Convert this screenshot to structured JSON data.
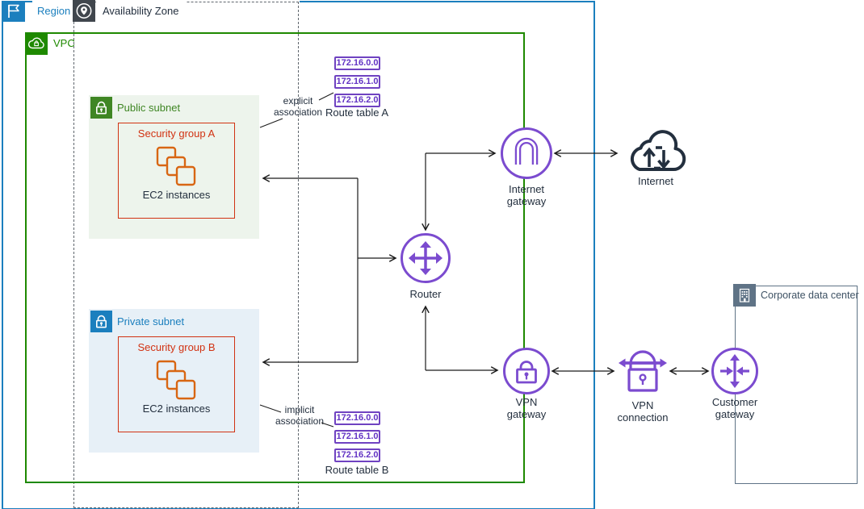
{
  "region": {
    "label": "Region"
  },
  "availability_zone": {
    "label": "Availability Zone"
  },
  "vpc": {
    "label": "VPC"
  },
  "public_subnet": {
    "label": "Public subnet",
    "security_group": {
      "label": "Security group A",
      "instances_label": "EC2 instances"
    }
  },
  "private_subnet": {
    "label": "Private subnet",
    "security_group": {
      "label": "Security group B",
      "instances_label": "EC2 instances"
    }
  },
  "route_table_a": {
    "label": "Route table A",
    "association": "explicit association",
    "entries": [
      "172.16.0.0",
      "172.16.1.0",
      "172.16.2.0"
    ]
  },
  "route_table_b": {
    "label": "Route table B",
    "association": "implicit association",
    "entries": [
      "172.16.0.0",
      "172.16.1.0",
      "172.16.2.0"
    ]
  },
  "router": {
    "label": "Router"
  },
  "internet_gateway": {
    "label": "Internet gateway"
  },
  "internet": {
    "label": "Internet"
  },
  "vpn_gateway": {
    "label": "VPN gateway"
  },
  "vpn_connection": {
    "label": "VPN connection"
  },
  "customer_gateway": {
    "label": "Customer gateway"
  },
  "corporate_data_center": {
    "label": "Corporate data center"
  },
  "colors": {
    "region_blue": "#1B7FBE",
    "availability_zone_gray": "#40464D",
    "vpc_green": "#1E8900",
    "public_subnet_green": "#3F8624",
    "public_subnet_bg": "#EDF4EC",
    "private_subnet_blue": "#1B7FBE",
    "private_subnet_bg": "#E7F0F7",
    "security_group_red": "#D13212",
    "ec2_orange": "#D86613",
    "gateway_purple": "#7B4BCF",
    "route_table_purple": "#6F42C1",
    "internet_navy": "#232F3E",
    "corporate_slate": "#5F7386",
    "arrow_black": "#1A1A1A"
  }
}
